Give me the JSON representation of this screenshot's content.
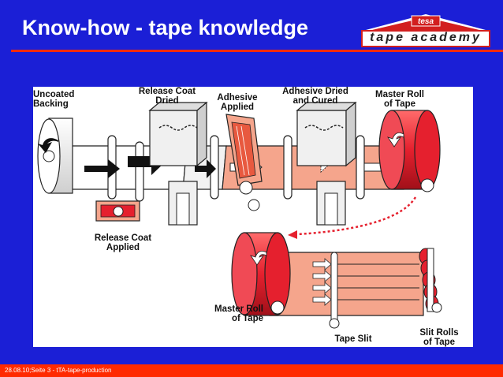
{
  "slide": {
    "title": "Know-how - tape knowledge",
    "footer": "28.08.10;Seite 3 - tTA-tape-production"
  },
  "logo": {
    "brand": "tesa",
    "tagline": "tape academy",
    "colors": {
      "red": "#d21f1f",
      "white": "#ffffff"
    }
  },
  "diagram": {
    "labels": {
      "uncoated_backing": [
        "Uncoated",
        "Backing"
      ],
      "release_coat_dried": [
        "Release Coat",
        "Dried"
      ],
      "adhesive_applied": [
        "Adhesive",
        "Applied"
      ],
      "adhesive_dried_cured": [
        "Adhesive Dried",
        "and Cured"
      ],
      "master_roll_top": [
        "Master Roll",
        "of Tape"
      ],
      "release_coat_applied": [
        "Release Coat",
        "Applied"
      ],
      "master_roll_bottom": [
        "Master Roll",
        "of Tape"
      ],
      "tape_slit": "Tape Slit",
      "slit_rolls": [
        "Slit Rolls",
        "of Tape"
      ]
    },
    "colors": {
      "web_white": "#ffffff",
      "web_coated": "#f5a58c",
      "roll_red": "#e5202e",
      "arrow_black": "#111111",
      "background": "#1b1fd6",
      "accent": "#ff2a00"
    }
  }
}
